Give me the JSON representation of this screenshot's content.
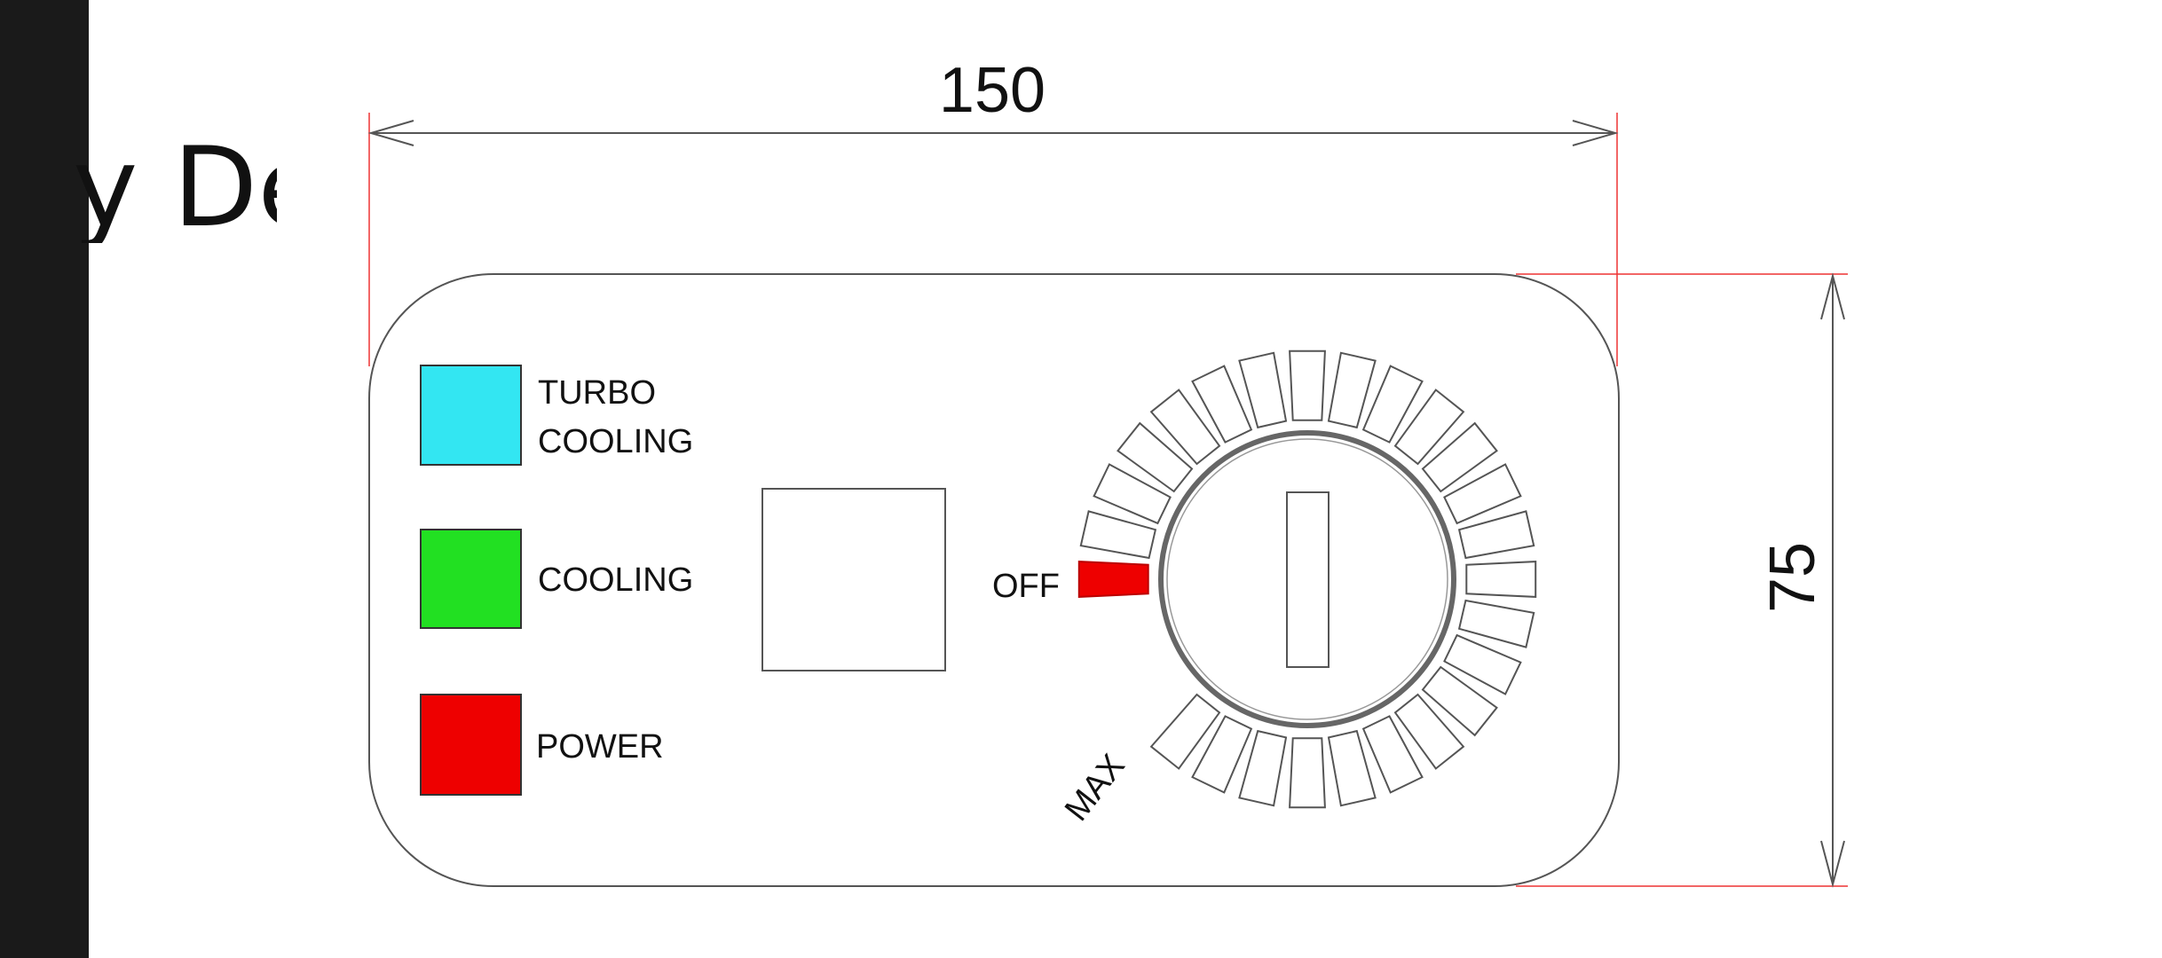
{
  "page": {
    "title_fragment": "y De"
  },
  "dimensions": {
    "width_label": "150",
    "height_label": "75"
  },
  "indicators": [
    {
      "line1": "TURBO",
      "line2": "COOLING",
      "color": "#33e6f2"
    },
    {
      "line1": "COOLING",
      "line2": "",
      "color": "#22e022"
    },
    {
      "line1": "POWER",
      "line2": "",
      "color": "#ee0000"
    }
  ],
  "dial": {
    "off_label": "OFF",
    "max_label": "MAX",
    "positions": 25,
    "selected": "OFF",
    "selected_color": "#ee0000"
  }
}
